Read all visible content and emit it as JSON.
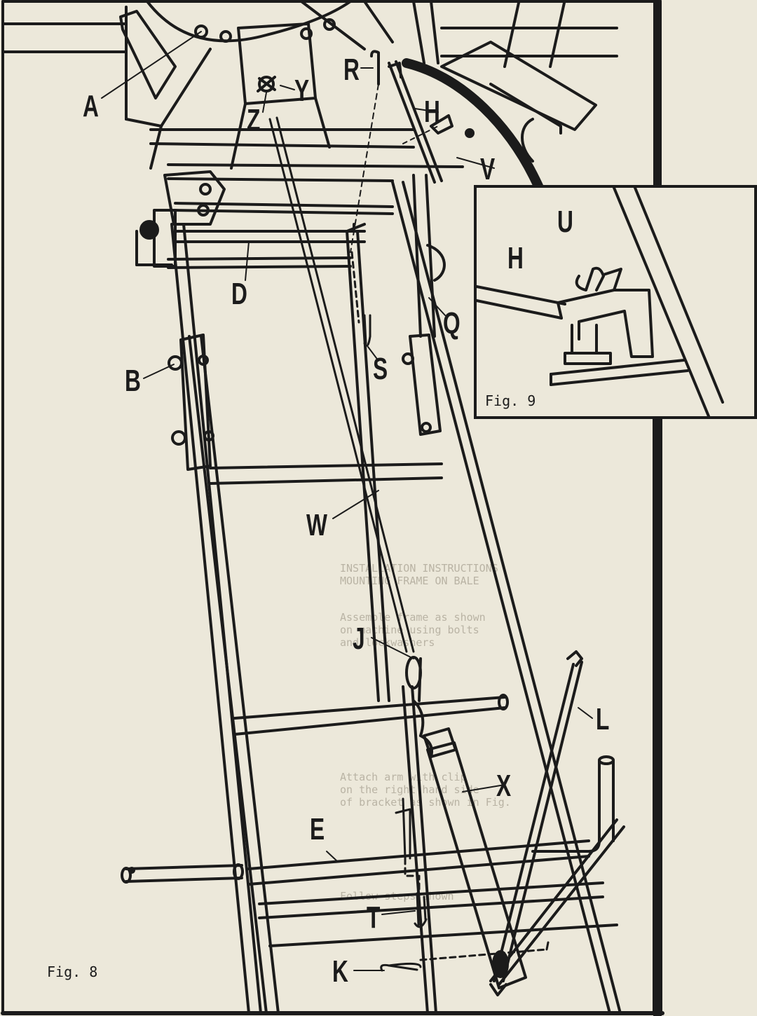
{
  "figure_captions": {
    "fig8": "Fig. 8",
    "fig9": "Fig. 9"
  },
  "callouts": {
    "A": "A",
    "B": "B",
    "D": "D",
    "E": "E",
    "H": "H",
    "H_inset": "H",
    "J": "J",
    "K": "K",
    "L": "L",
    "Q": "Q",
    "R": "R",
    "S": "S",
    "T": "T",
    "U": "U",
    "V": "V",
    "W": "W",
    "X": "X",
    "Y": "Y",
    "Z": "Z"
  },
  "bleed_through_text": [
    "INSTALLATION INSTRUCTIONS",
    "MOUNTING FRAME ON BALE",
    "Assemble frame as shown",
    "on machine using bolts",
    "and lockwashers",
    "Attach arm with clip",
    "on the right hand side",
    "of bracket as shown in Fig.",
    "Follow steps shown"
  ],
  "colors": {
    "paper": "#ece8da",
    "ink": "#1b1b1b",
    "border": "#2a2826",
    "bleed": "#b9b3a4"
  }
}
